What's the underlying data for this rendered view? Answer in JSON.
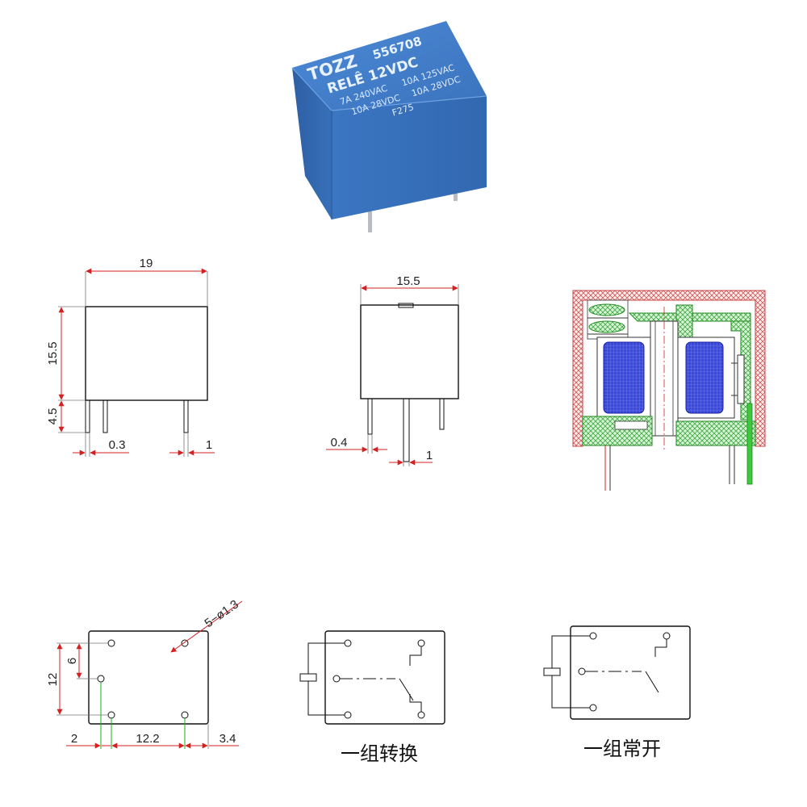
{
  "relay_photo": {
    "brand": "TOZZ",
    "part_number": "556708",
    "model": "RELÊ 12VDC",
    "rating_1": "7A 240VAC",
    "rating_2": "10A 125VAC",
    "rating_3": "10A 28VDC",
    "rating_4": "10A 28VDC",
    "code": "F275",
    "body_color": "#3f7cc7"
  },
  "front_view": {
    "width": "19",
    "body_height": "15.5",
    "pin_length": "4.5",
    "pin_thickness": "0.3",
    "pin_width": "1"
  },
  "side_view": {
    "width": "15.5",
    "pin_thickness": "0.4",
    "pin_width": "1"
  },
  "footprint": {
    "hole_note": "5−ø1.3",
    "height": "12",
    "row_offset": "6",
    "left_margin": "2",
    "pin_span": "12.2",
    "right_margin": "3.4"
  },
  "schematics": {
    "changeover_label": "一组转换",
    "normally_open_label": "一组常开"
  },
  "colors": {
    "dimension": "#d42020",
    "green_extension": "#19b31e",
    "coil_blue": "#2f3fd8",
    "housing_red": "#c84040",
    "frame_green": "#3ec83e"
  }
}
